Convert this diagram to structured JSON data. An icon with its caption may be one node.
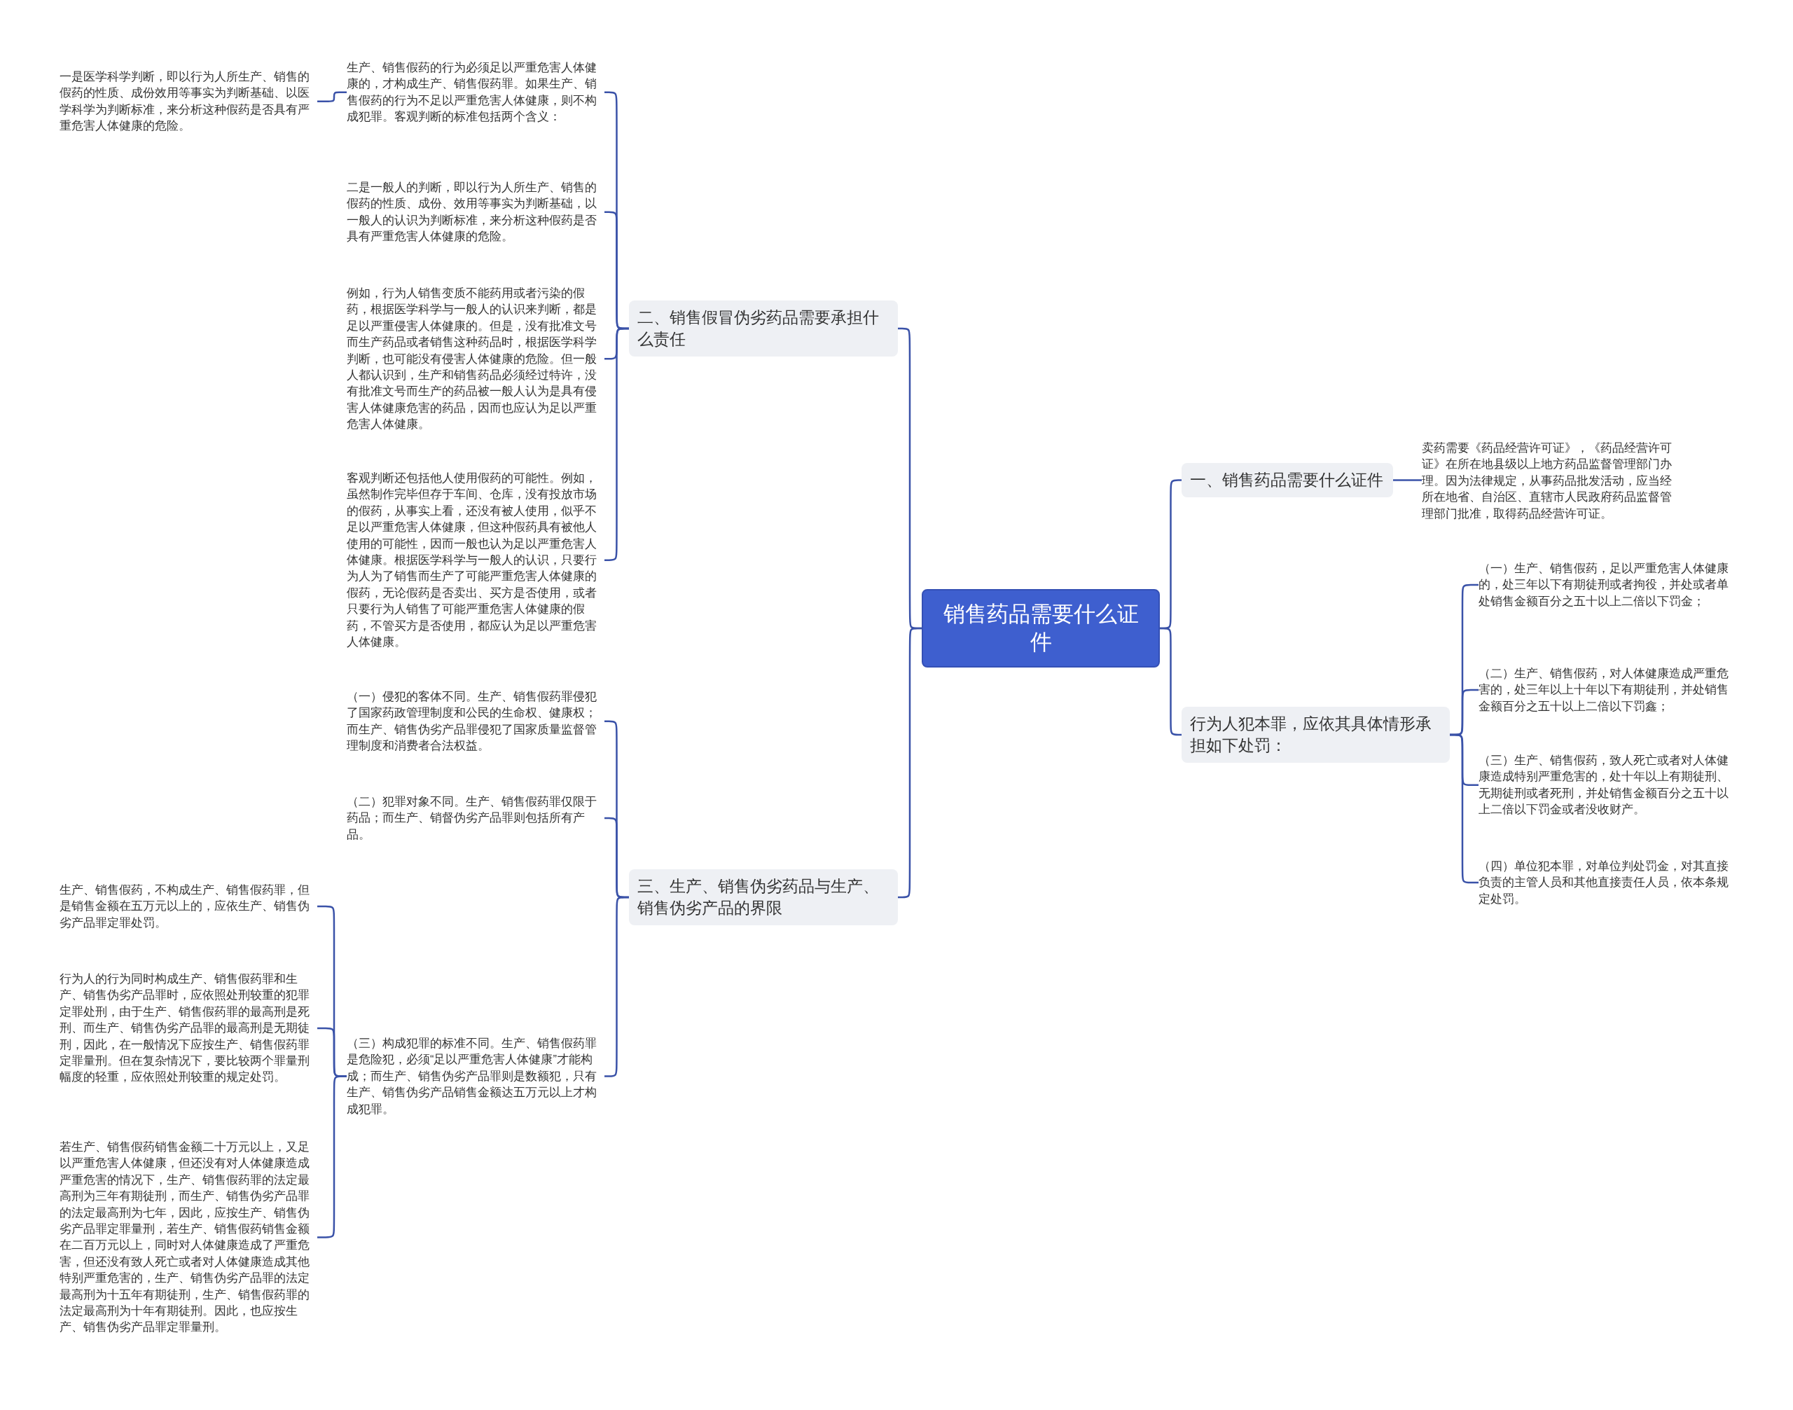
{
  "diagram": {
    "nodes": [
      {
        "text": [
          "销售药品需要什么证件"
        ]
      },
      {
        "text": [
          "二、销售假冒伪劣药品需要承担什么责任"
        ]
      },
      {
        "text": [
          "生产、销售假药的行为必须足以严重危害人体健康的，才构成生产、销售假药罪。如果生产、销售假药的行为不足以严重危害人体健康，则不构成犯罪。客观判断的标准包括两个含义："
        ]
      },
      {
        "text": [
          "一是医学科学判断，即以行为人所生产、销售的假药的性质、成份效用等事实为判断基础、以医学科学为判断标准，来分析这种假药是否具有严重危害人体健康的危险。"
        ]
      },
      {
        "text": [
          "二是一般人的判断，即以行为人所生产、销售的假药的性质、成份、效用等事实为判断基础，以一般人的认识为判断标准，来分析这种假药是否具有严重危害人体健康的危险。"
        ]
      },
      {
        "text": [
          "例如，行为人销售变质不能药用或者污染的假药，根据医学科学与一般人的认识来判断，都是足以严重侵害人体健康的。但是，没有批准文号而生产药品或者销售这种药品时，根据医学科学判断，也可能没有侵害人体健康的危险。但一般人都认识到，生产和销售药品必须经过特许，没有批准文号而生产的药品被一般人认为是具有侵害人体健康危害的药品，因而也应认为足以严重危害人体健康。"
        ]
      },
      {
        "text": [
          "客观判断还包括他人使用假药的可能性。例如，虽然制作完毕但存于车间、仓库，没有投放市场的假药，从事实上看，还没有被人使用，似乎不足以严重危害人体健康，但这种假药具有被他人使用的可能性，因而一般也认为足以严重危害人体健康。根据医学科学与一般人的认识，只要行为人为了销售而生产了可能严重危害人体健康的假药，无论假药是否卖出、买方是否使用，或者只要行为人销售了可能严重危害人体健康的假药，不管买方是否使用，都应认为足以严重危害人体健康。"
        ]
      },
      {
        "text": [
          "三、生产、销售伪劣药品与生产、销售伪劣产品的界限"
        ]
      },
      {
        "text": [
          "（一）侵犯的客体不同。生产、销售假药罪侵犯了国家药政管理制度和公民的生命权、健康权；而生产、销售伪劣产品罪侵犯了国家质量监督管理制度和消费者合法权益。"
        ]
      },
      {
        "text": [
          "（二）犯罪对象不同。生产、销售假药罪仅限于药品；而生产、销督伪劣产品罪则包括所有产品。"
        ]
      },
      {
        "text": [
          "（三）构成犯罪的标准不同。生产、销售假药罪是危险犯，必须“足以严重危害人体健康”才能构成；而生产、销售伪劣产品罪则是数额犯，只有生产、销售伪劣产品销售金额达五万元以上才构成犯罪。"
        ]
      },
      {
        "text": [
          "生产、销售假药，不构成生产、销售假药罪，但是销售金额在五万元以上的，应依生产、销售伪劣产品罪定罪处罚。"
        ]
      },
      {
        "text": [
          "行为人的行为同时构成生产、销售假药罪和生产、销售伪劣产品罪时，应依照处刑较重的犯罪定罪处刑，由于生产、销售假药罪的最高刑是死刑、而生产、销售伪劣产品罪的最高刑是无期徒刑，因此，在一般情况下应按生产、销售假药罪定罪量刑。但在复杂情况下，要比较两个罪量刑幅度的轻重，应依照处刑较重的规定处罚。"
        ]
      },
      {
        "text": [
          "若生产、销售假药销售金额二十万元以上，又足以严重危害人体健康，但还没有对人体健康造成严重危害的情况下，生产、销售假药罪的法定最高刑为三年有期徒刑，而生产、销售伪劣产品罪的法定最高刑为七年，因此，应按生产、销售伪劣产品罪定罪量刑，若生产、销售假药销售金额在二百万元以上，同时对人体健康造成了严重危害，但还没有致人死亡或者对人体健康造成其他特别严重危害的，生产、销售伪劣产品罪的法定最高刑为十五年有期徒刑，生产、销售假药罪的法定最高刑为十年有期徒刑。因此，也应按生产、销售伪劣产品罪定罪量刑。"
        ]
      },
      {
        "text": [
          "一、销售药品需要什么证件"
        ]
      },
      {
        "text": [
          "卖药需要《药品经营许可证》，《药品经营许可证》在所在地县级以上地方药品监督管理部门办理。因为法律规定，从事药品批发活动，应当经所在地省、自治区、直辖市人民政府药品监督管理部门批准，取得药品经营许可证。"
        ]
      },
      {
        "text": [
          "行为人犯本罪，应依其具体情形承担如下处罚："
        ]
      },
      {
        "text": [
          "（一）生产、销售假药，足以严重危害人体健康的，处三年以下有期徒刑或者拘役，并处或者单处销售金额百分之五十以上二倍以下罚金；"
        ]
      },
      {
        "text": [
          "（二）生产、销售假药，对人体健康造成严重危害的，处三年以上十年以下有期徒刑，并处销售金额百分之五十以上二倍以下罚鑫；"
        ]
      },
      {
        "text": [
          "（三）生产、销售假药，致人死亡或者对人体健康造成特别严重危害的，处十年以上有期徒刑、无期徒刑或者死刑，并处销售金额百分之五十以上二倍以下罚金或者没收财产。"
        ]
      },
      {
        "text": [
          "（四）单位犯本罪，对单位判处罚金，对其直接负责的主管人员和其他直接责任人员，依本条规定处罚。"
        ]
      }
    ],
    "edges": [
      {
        "from": 0,
        "to": 1,
        "arrow": "none"
      },
      {
        "from": 1,
        "to": 2,
        "arrow": "none"
      },
      {
        "from": 2,
        "to": 3,
        "arrow": "none"
      },
      {
        "from": 1,
        "to": 4,
        "arrow": "none"
      },
      {
        "from": 1,
        "to": 5,
        "arrow": "none"
      },
      {
        "from": 1,
        "to": 6,
        "arrow": "none"
      },
      {
        "from": 0,
        "to": 7,
        "arrow": "none"
      },
      {
        "from": 7,
        "to": 8,
        "arrow": "none"
      },
      {
        "from": 7,
        "to": 9,
        "arrow": "none"
      },
      {
        "from": 7,
        "to": 10,
        "arrow": "none"
      },
      {
        "from": 10,
        "to": 11,
        "arrow": "none"
      },
      {
        "from": 10,
        "to": 12,
        "arrow": "none"
      },
      {
        "from": 10,
        "to": 13,
        "arrow": "none"
      },
      {
        "from": 0,
        "to": 14,
        "arrow": "none"
      },
      {
        "from": 14,
        "to": 15,
        "arrow": "none"
      },
      {
        "from": 0,
        "to": 16,
        "arrow": "none"
      },
      {
        "from": 16,
        "to": 17,
        "arrow": "none"
      },
      {
        "from": 16,
        "to": 18,
        "arrow": "none"
      },
      {
        "from": 16,
        "to": 19,
        "arrow": "none"
      },
      {
        "from": 16,
        "to": 20,
        "arrow": "none"
      }
    ]
  }
}
